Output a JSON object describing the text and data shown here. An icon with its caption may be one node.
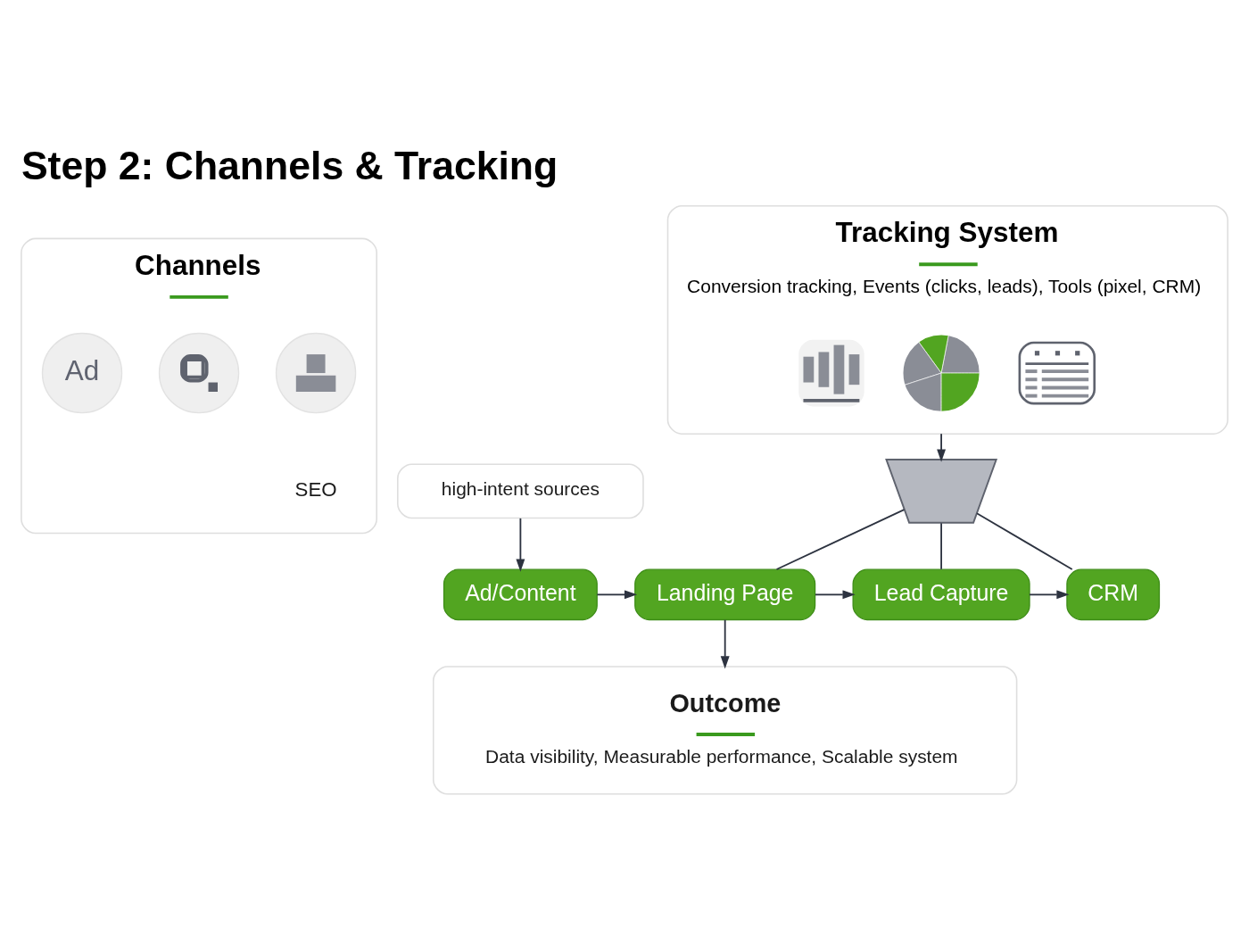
{
  "diagram": {
    "title": "Step 2: Channels & Tracking",
    "nodes": [
      {
        "text": [
          "Channels"
        ]
      },
      {
        "text": [
          "Ad"
        ],
        "in": 0
      },
      {
        "text": [],
        "shape": "circle",
        "in": 0
      },
      {
        "text": [],
        "shape": "person",
        "in": 0,
        "beside": [
          "SEO"
        ]
      },
      {
        "text": [
          "Tracking System",
          "Conversion tracking, Events (clicks, leads), Tools (pixel, CRM)"
        ]
      },
      {
        "text": [],
        "shape": "picture",
        "in": 4
      },
      {
        "text": [],
        "shape": "circle",
        "in": 4
      },
      {
        "text": [],
        "shape": "picture",
        "in": 4
      },
      {
        "text": [
          "high-intent sources"
        ]
      },
      {
        "text": [],
        "shape": "funnel"
      },
      {
        "text": [
          "Ad/Content"
        ]
      },
      {
        "text": [
          "Landing Page"
        ]
      },
      {
        "text": [
          "Lead Capture"
        ]
      },
      {
        "text": [
          "CRM"
        ]
      },
      {
        "text": [
          "Outcome",
          "Data visibility, Measurable performance, Scalable system"
        ]
      }
    ],
    "edges": [
      {
        "from": 4,
        "to": 9,
        "arrow": "to"
      },
      {
        "from": 9,
        "to": 11,
        "arrow": "none"
      },
      {
        "from": 9,
        "to": 12,
        "arrow": "none"
      },
      {
        "from": 9,
        "to": 13,
        "arrow": "none"
      },
      {
        "from": 8,
        "to": 10,
        "arrow": "to"
      },
      {
        "from": 10,
        "to": 11,
        "arrow": "to"
      },
      {
        "from": 11,
        "to": 12,
        "arrow": "to"
      },
      {
        "from": 12,
        "to": 13,
        "arrow": "to"
      },
      {
        "from": 11,
        "to": 14,
        "arrow": "to"
      }
    ]
  }
}
